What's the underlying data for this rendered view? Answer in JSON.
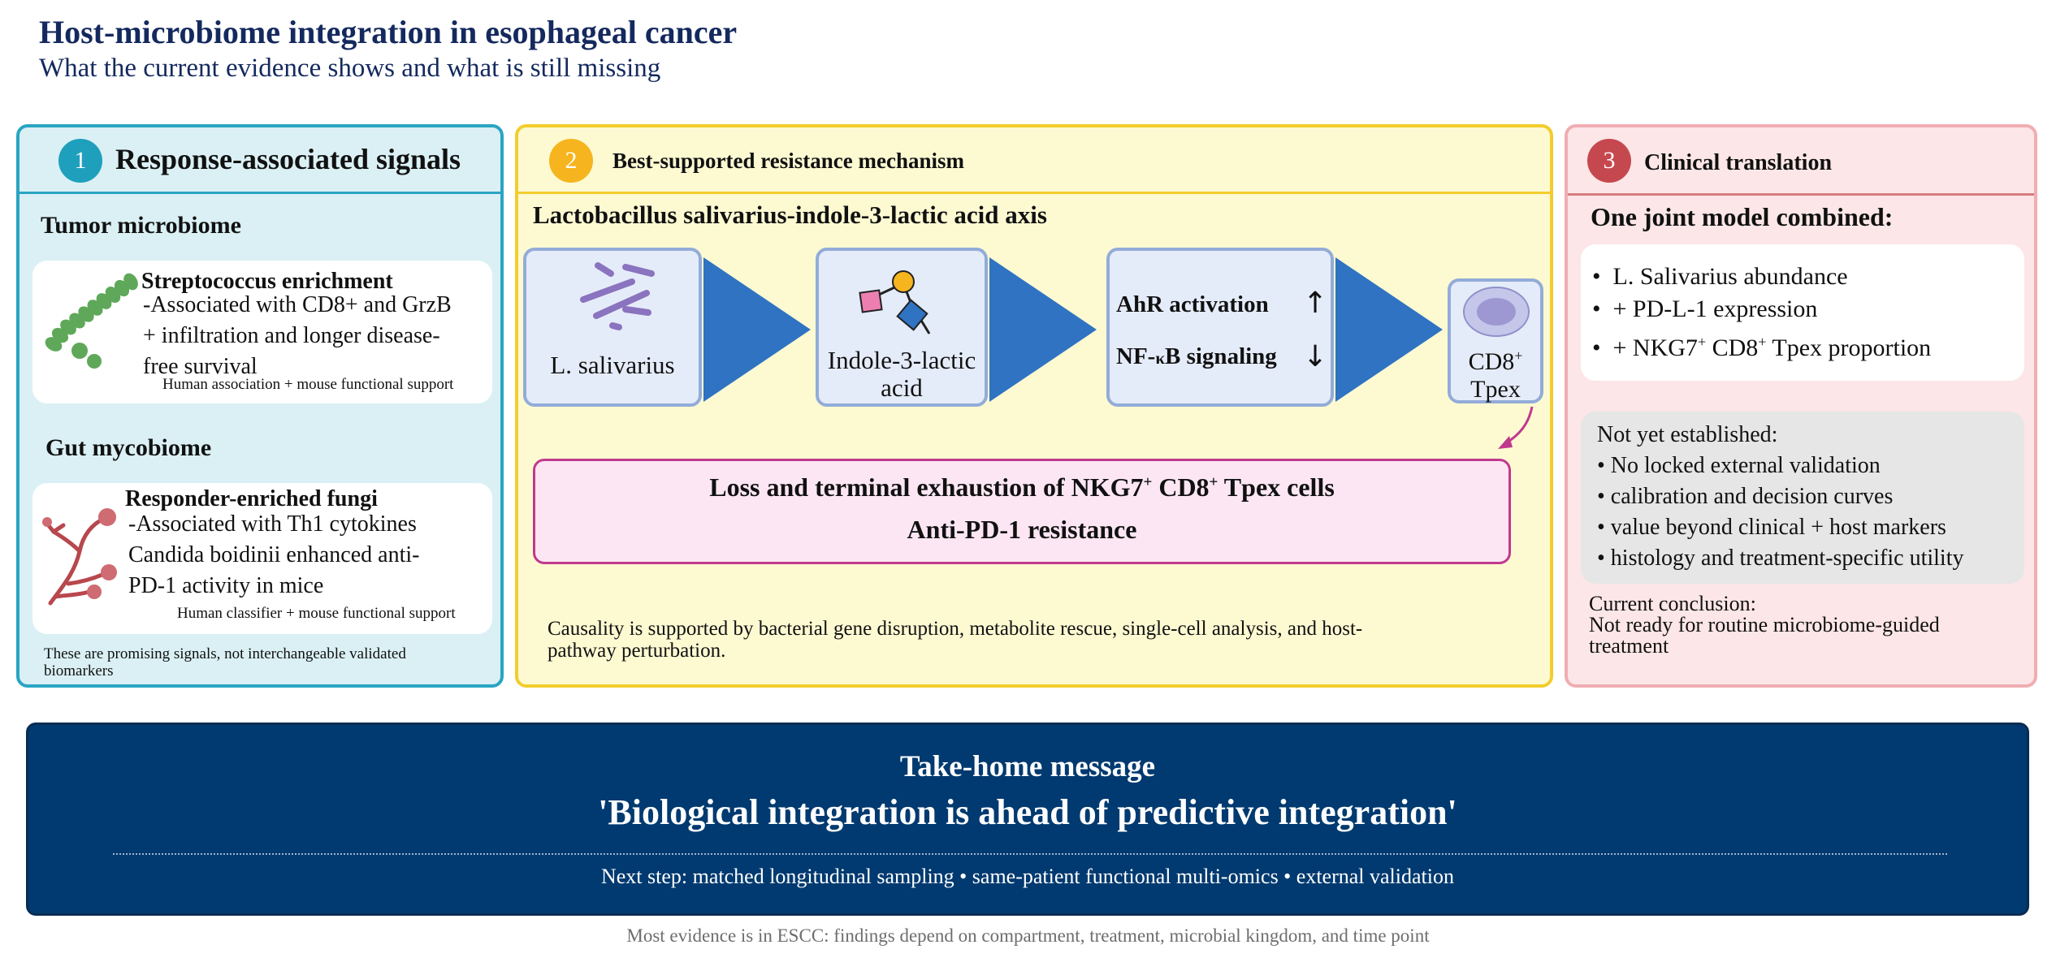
{
  "header": {
    "title": "Host-microbiome integration in esophageal cancer",
    "subtitle": "What the current evidence shows and what is still missing"
  },
  "panel1": {
    "number": "1",
    "title": "Response-associated signals",
    "tumor": {
      "heading": "Tumor microbiome",
      "card_title": "Streptococcus enrichment",
      "lines": [
        "-Associated with CD8+ and GrzB",
        "+ infiltration and longer disease-",
        "free survival"
      ],
      "note": "Human association + mouse functional support"
    },
    "gut": {
      "heading": "Gut mycobiome",
      "card_title": "Responder-enriched fungi",
      "lines": [
        "-Associated with Th1 cytokines",
        "Candida boidinii enhanced anti-",
        "PD-1 activity in mice"
      ],
      "note": "Human classifier + mouse functional support"
    },
    "footnote_lines": [
      "These are promising signals, not interchangeable validated",
      "biomarkers"
    ]
  },
  "panel2": {
    "number": "2",
    "title": "Best-supported resistance mechanism",
    "axis_title": "Lactobacillus salivarius-indole-3-lactic acid axis",
    "box1_label": "L. salivarius",
    "box2_label_lines": [
      "Indole-3-lactic",
      "acid"
    ],
    "ahr_label": "AhR activation",
    "ahr_arrow": "↑",
    "nfkb_prefix": "NF-",
    "nfkb_kappa": "κ",
    "nfkb_suffix": "B signaling",
    "nfkb_arrow": "↓",
    "cd8_main": "CD8",
    "cd8_sup": "+",
    "cd8_sub": "Tpex",
    "outcome_line1_a": "Loss and terminal exhaustion of NKG7",
    "outcome_line1_sup1": "+",
    "outcome_line1_b": " CD8",
    "outcome_line1_sup2": "+",
    "outcome_line1_c": " Tpex cells",
    "outcome_line2": "Anti-PD-1 resistance",
    "causality_lines": [
      "Causality is supported by bacterial gene disruption, metabolite rescue, single-cell analysis, and host-",
      "pathway perturbation."
    ]
  },
  "panel3": {
    "number": "3",
    "title": "Clinical translation",
    "model_heading": "One joint model combined:",
    "model_items": [
      {
        "text": "L. Salivarius abundance"
      },
      {
        "text": "+ PD-L-1 expression"
      },
      {
        "pre": "+ NKG7",
        "sup": "+",
        "mid": " CD8",
        "sup2": "+",
        "post": " Tpex proportion"
      }
    ],
    "gaps_heading": "Not yet established:",
    "gaps": [
      "• No locked external validation",
      "• calibration and decision curves",
      "• value beyond clinical + host markers",
      "• histology and treatment-specific utility"
    ],
    "conclusion_lines": [
      "Current conclusion:",
      "Not ready for routine microbiome-guided",
      "treatment"
    ]
  },
  "footer": {
    "heading": "Take-home message",
    "quote": "'Biological integration is ahead of predictive integration'",
    "next_step": "Next step: matched longitudinal sampling • same-patient functional multi-omics • external validation",
    "bottom_note": "Most evidence is in ESCC: findings depend on compartment, treatment, microbial kingdom, and time point"
  },
  "colors": {
    "navy": "#14295e",
    "panel1_border": "#2aa5c3",
    "panel2_border": "#f2cd2e",
    "panel3_border": "#f0aeb2",
    "flow_arrow": "#2f73c2",
    "footer_bg": "#003a70"
  },
  "icons": [
    "bacteria-chain-icon",
    "fungi-icon",
    "rod-bacteria-icon",
    "molecule-icon",
    "tpex-cell-icon"
  ]
}
